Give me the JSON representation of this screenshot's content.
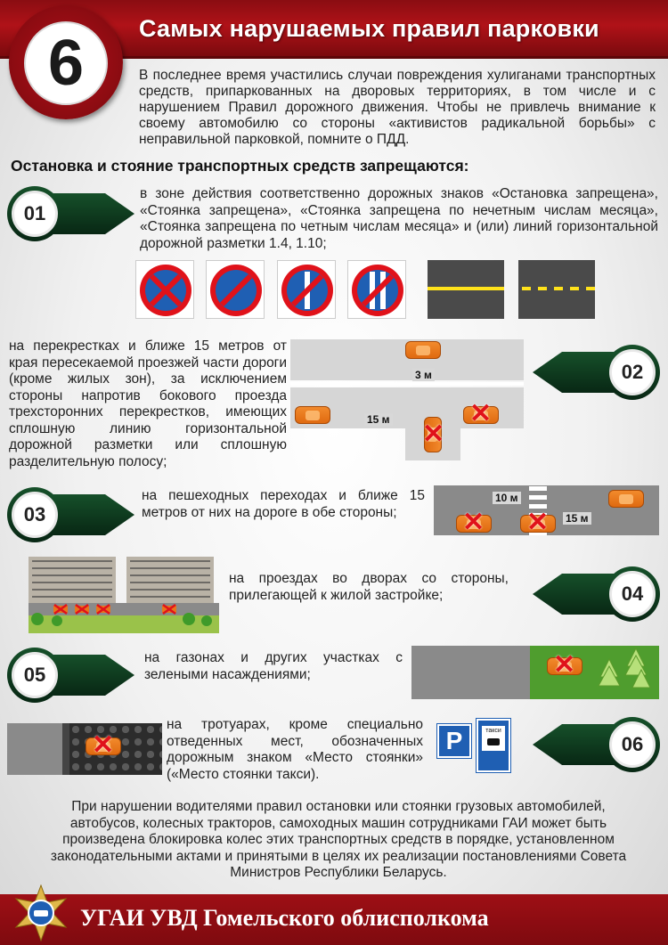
{
  "header": {
    "number": "6",
    "title": "Самых нарушаемых правил парковки"
  },
  "intro": "В последнее время участились случаи повреждения хулиганами транспортных средств, припаркованных на дворовых территориях, в том числе и с нарушением Правил дорожного движения. Чтобы не привлечь внимание к своему автомобилю со стороны «активистов радикальной борьбы» с неправильной парковкой, помните о ПДД.",
  "subheading": "Остановка и стояние транспортных средств запрещаются:",
  "rules": [
    {
      "number": "01",
      "text": "в зоне действия соответственно дорожных знаков «Остановка запрещена», «Стоянка запрещена», «Стоянка запрещена по нечетным числам месяца», «Стоянка запрещена по четным числам месяца» и (или) линий горизонтальной дорожной разметки 1.4, 1.10;"
    },
    {
      "number": "02",
      "text": "на перекрестках и ближе 15 метров от края пересекаемой проезжей части дороги (кроме жилых зон), за исключением стороны напротив бокового проезда трехсторонних перекрестков, имеющих сплошную линию горизонтальной дорожной разметки или сплошную разделительную полосу;"
    },
    {
      "number": "03",
      "text": "на пешеходных переходах и ближе 15 метров от них на дороге в обе стороны;"
    },
    {
      "number": "04",
      "text": "на проездах во дворах со стороны, прилегающей к жилой застройке;"
    },
    {
      "number": "05",
      "text": "на газонах и других участках с зелеными насаждениями;"
    },
    {
      "number": "06",
      "text": "на тротуарах, кроме специально отведенных мест, обозначенных дорожным знаком «Место стоянки» («Место стоянки такси)."
    }
  ],
  "labels": {
    "intersection_side": "3 м",
    "intersection_far": "15 м",
    "crossing_near": "10 м",
    "crossing_far": "15 м",
    "parking_sign": "P",
    "taxi_sign": "такси"
  },
  "footer_text": "При нарушении водителями правил остановки или стоянки грузовых автомобилей, автобусов, колесных тракторов, самоходных машин сотрудниками ГАИ может быть произведена блокировка колес этих транспортных средств в порядке, установленном законодательными актами и принятыми в целях их реализации постановлениями Совета Министров Республики Беларусь.",
  "footer_title": "УГАИ УВД Гомельского облисполкома",
  "colors": {
    "accent_red": "#b01218",
    "badge_green": "#0d3b1e",
    "sign_red": "#e0121a",
    "sign_blue": "#1f5fb3",
    "car_orange": "#e8751c",
    "marking_yellow": "#ffe21a"
  }
}
